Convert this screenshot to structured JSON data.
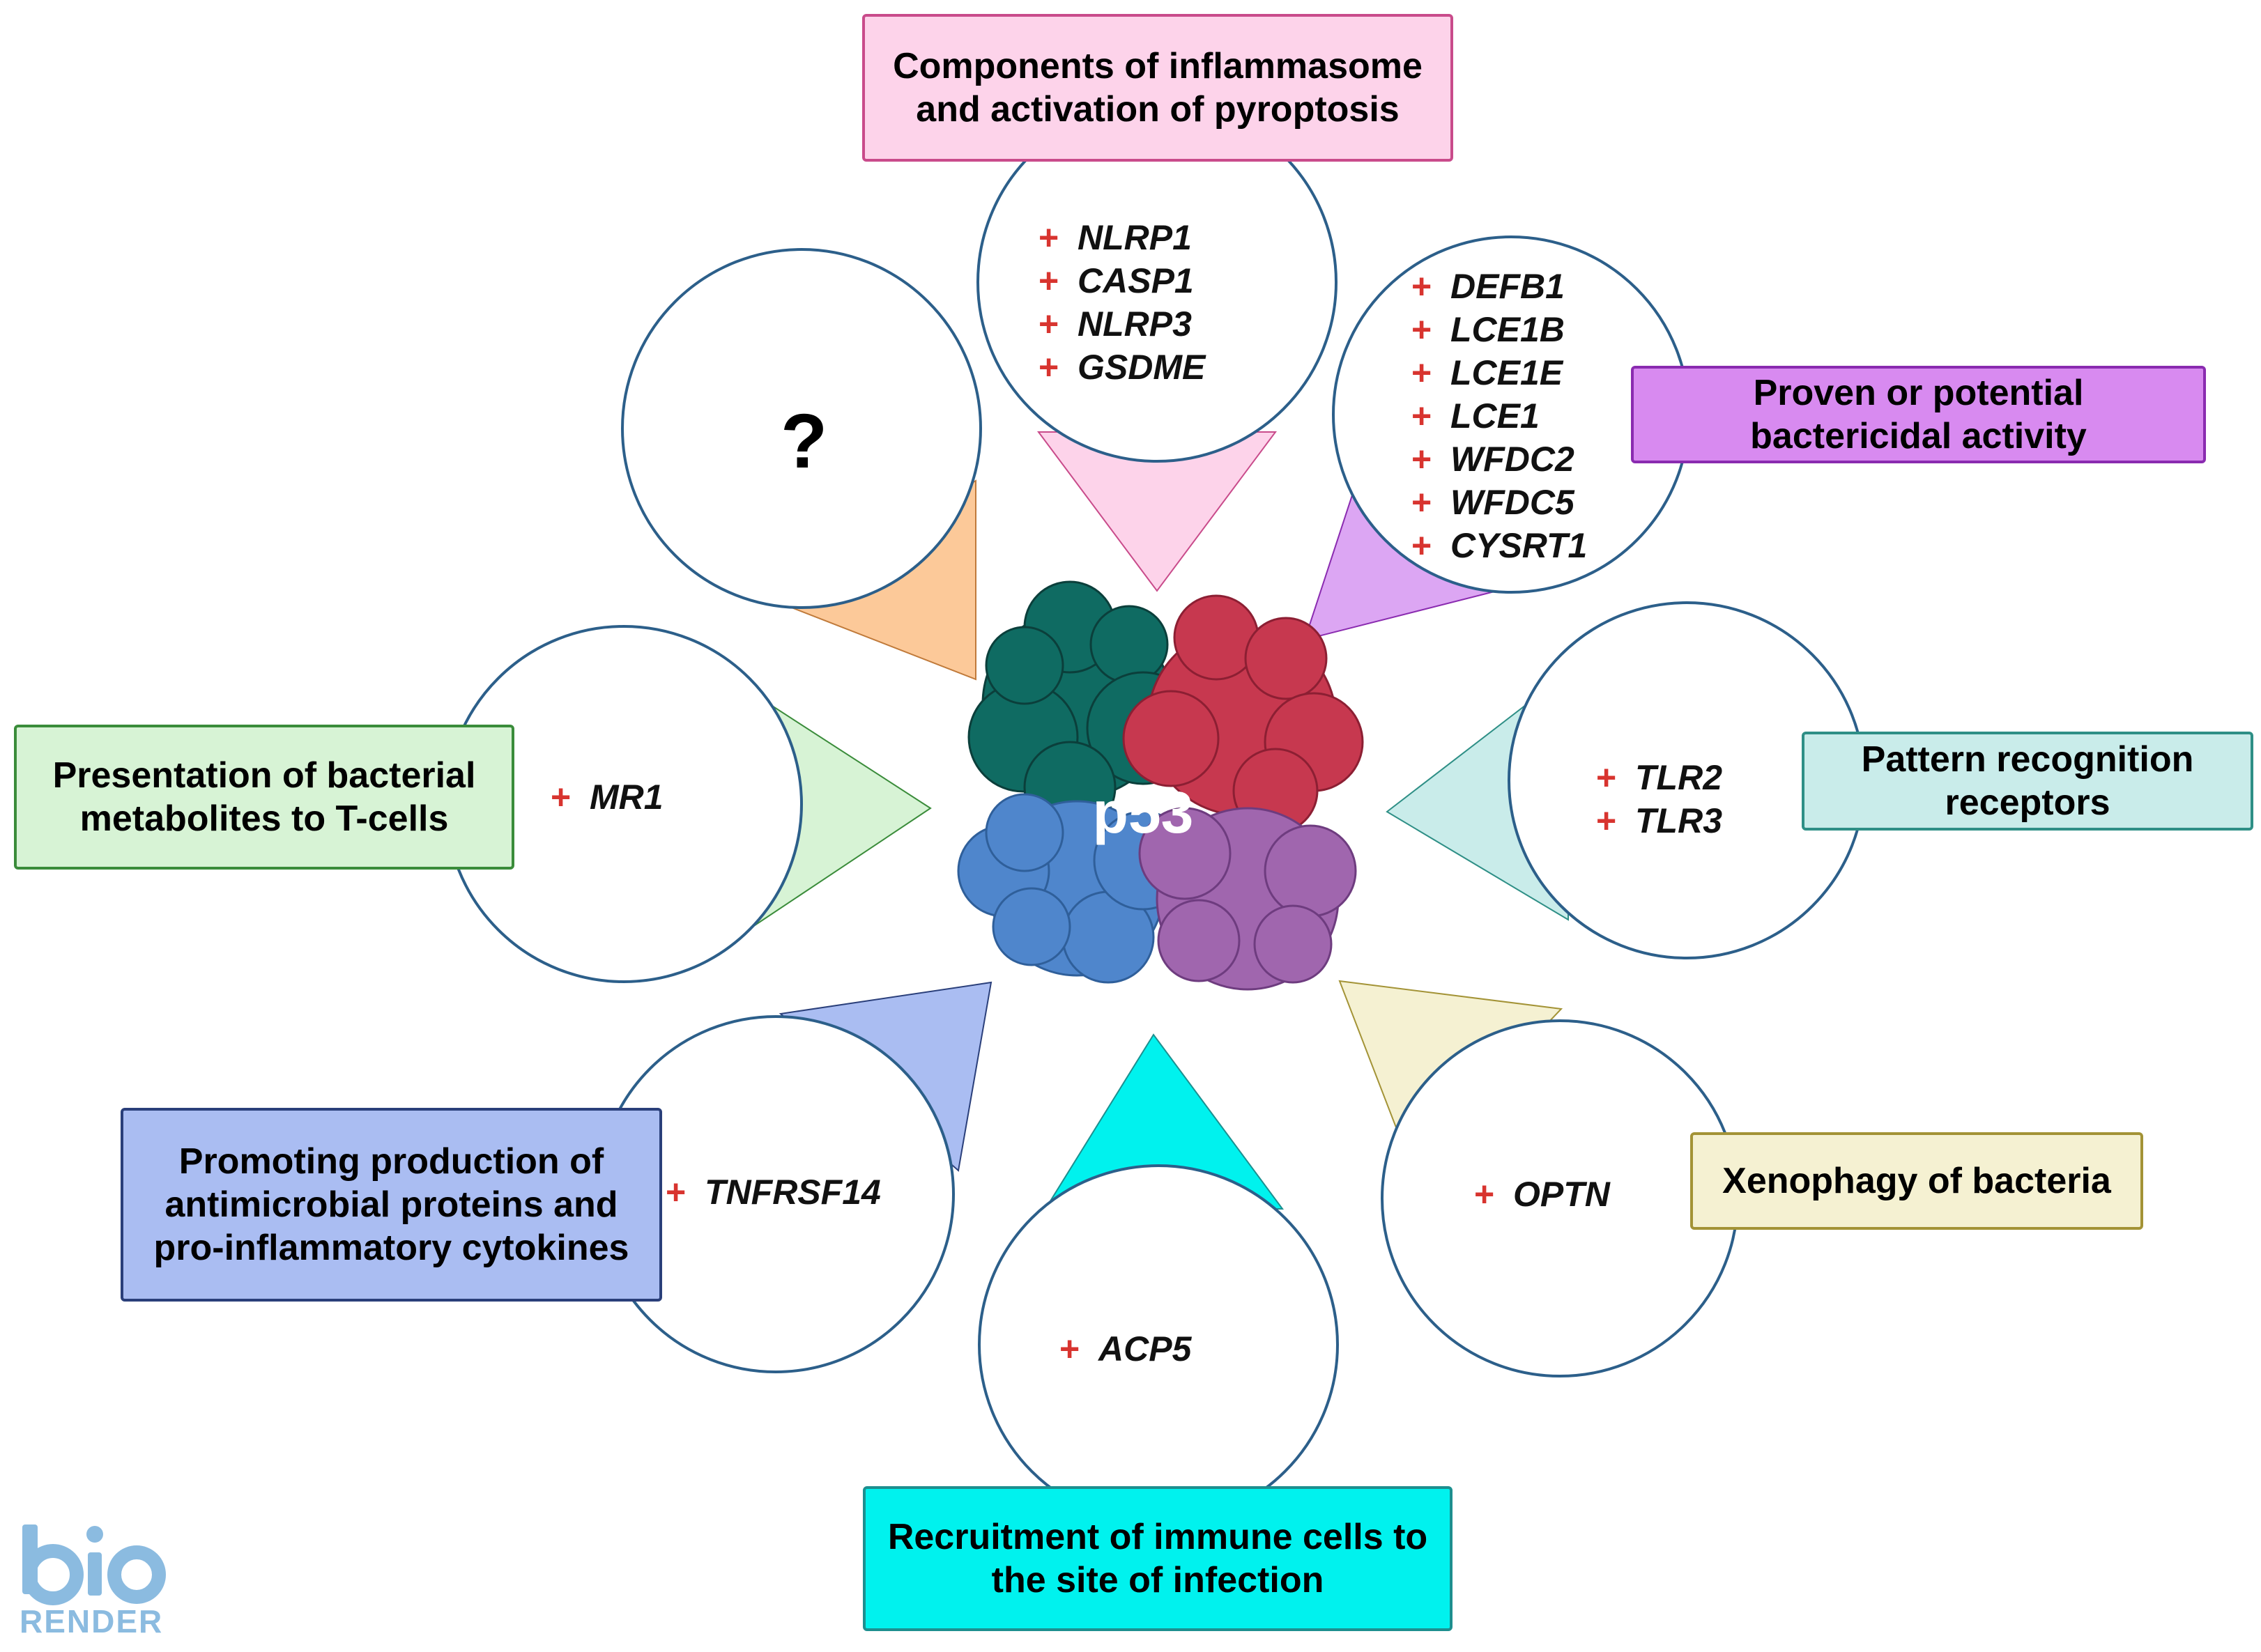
{
  "center": {
    "label": "p53"
  },
  "categories": [
    {
      "label": "Components of inflammasome and activation of pyroptosis",
      "genes": [
        "NLRP1",
        "CASP1",
        "NLRP3",
        "GSDME"
      ],
      "color": "#fdd3ea",
      "border": "#c94b8b"
    },
    {
      "label": "Proven or potential bactericidal activity",
      "genes": [
        "DEFB1",
        "LCE1B",
        "LCE1E",
        "LCE1",
        "WFDC2",
        "WFDC5",
        "CYSRT1"
      ],
      "color": "#d88af0",
      "border": "#8a2bb0"
    },
    {
      "label": "Pattern recognition receptors",
      "genes": [
        "TLR2",
        "TLR3"
      ],
      "color": "#c9ecea",
      "border": "#2e8f86"
    },
    {
      "label": "Xenophagy of bacteria",
      "genes": [
        "OPTN"
      ],
      "color": "#f5f1d2",
      "border": "#a39336"
    },
    {
      "label": "Recruitment of immune cells to the site of infection",
      "genes": [
        "ACP5"
      ],
      "color": "#00f2ee",
      "border": "#1d8f8f"
    },
    {
      "label": "Promoting production of antimicrobial proteins and pro-inflammatory cytokines",
      "genes": [
        "TNFRSF14"
      ],
      "color": "#aabdf2",
      "border": "#2a3f7a"
    },
    {
      "label": "Presentation of bacterial metabolites to T-cells",
      "genes": [
        "MR1"
      ],
      "color": "#d7f3d5",
      "border": "#3a8c3a"
    },
    {
      "label": "",
      "genes": [],
      "unknown": "?",
      "color": "#fcc999",
      "border": "#c07a3a"
    }
  ],
  "plus_symbol": "+",
  "plus_color": "#d8342f",
  "logo": {
    "text_top": "bio",
    "text_bottom": "RENDER",
    "color": "#8bbbe0"
  }
}
